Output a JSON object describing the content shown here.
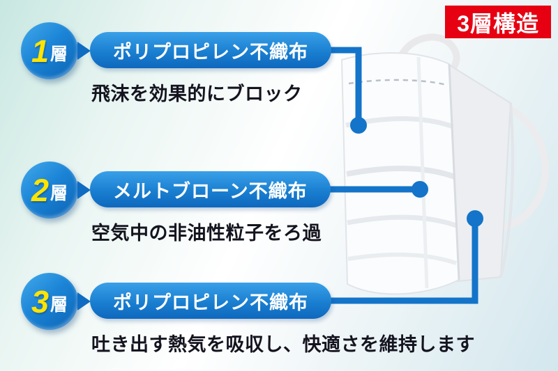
{
  "title_badge": {
    "label": "3層構造"
  },
  "layers": [
    {
      "number": "1",
      "suffix": "層",
      "material": "ポリプロピレン不織布",
      "description": "飛沫を効果的にブロック"
    },
    {
      "number": "2",
      "suffix": "層",
      "material": "メルトブローン不織布",
      "description": "空気中の非油性粒子をろ過"
    },
    {
      "number": "3",
      "suffix": "層",
      "material": "ポリプロピレン不織布",
      "description": "吐き出す熱気を吸収し、快適さを維持します"
    }
  ],
  "icons": {
    "arrow": "triangle-right-icon",
    "illustration": "pleated-face-mask",
    "marker": "connector-dot"
  },
  "colors": {
    "badge_red": "#e60012",
    "pill_blue_top": "#3aa0e8",
    "pill_blue_bottom": "#0e68be",
    "accent_yellow": "#ffe400",
    "connector_blue": "#1374c9",
    "background_mint": "#c8e7e1",
    "background_blue": "#d3e7ee"
  }
}
